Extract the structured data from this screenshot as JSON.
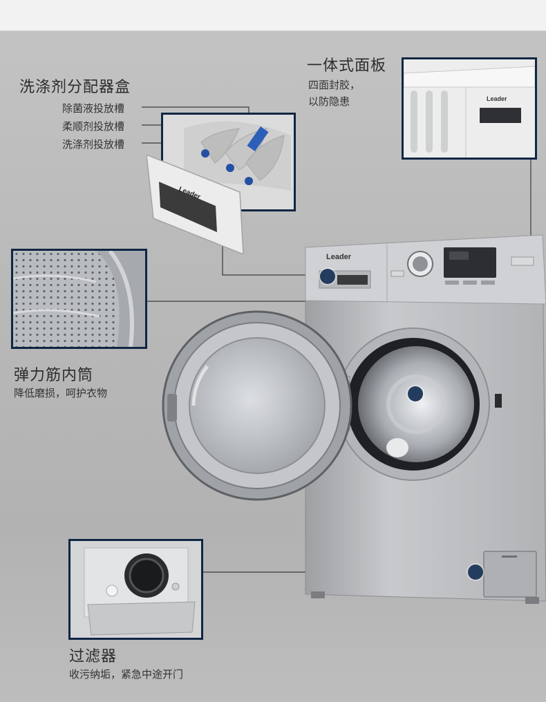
{
  "brand": "Leader",
  "dispenser": {
    "title": "洗涤剂分配器盒",
    "items": [
      "除菌液投放槽",
      "柔顺剂投放槽",
      "洗涤剂投放槽"
    ]
  },
  "panel": {
    "title": "一体式面板",
    "desc_line1": "四面封胶，",
    "desc_line2": "以防隐患"
  },
  "drum": {
    "title": "弹力筋内筒",
    "desc": "降低磨损，呵护衣物"
  },
  "filter": {
    "title": "过滤器",
    "desc": "收污纳垢，紧急中途开门"
  },
  "colors": {
    "frame": "#0f2643",
    "marker": "#243c5e"
  }
}
